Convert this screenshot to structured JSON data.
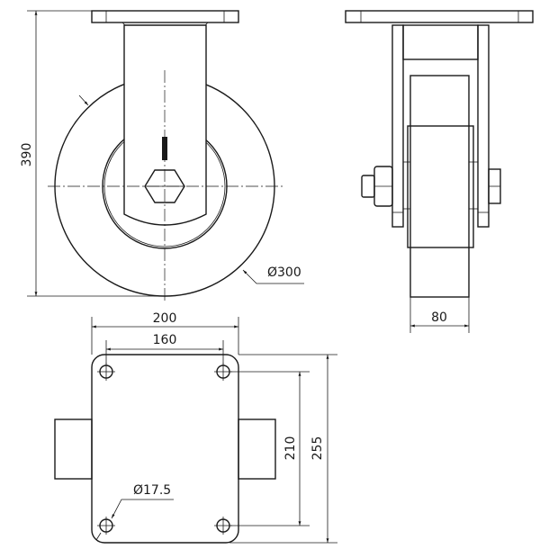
{
  "drawing": {
    "front_view": {
      "height_dim": "390",
      "wheel_diameter_dim": "Ø300"
    },
    "side_view": {
      "wheel_width_dim": "80"
    },
    "top_view": {
      "plate_width_dim": "200",
      "hole_spacing_x_dim": "160",
      "hole_spacing_y_dim": "210",
      "plate_length_dim": "255",
      "hole_diameter_dim": "Ø17.5"
    },
    "line_color": "#1a1a1a"
  }
}
